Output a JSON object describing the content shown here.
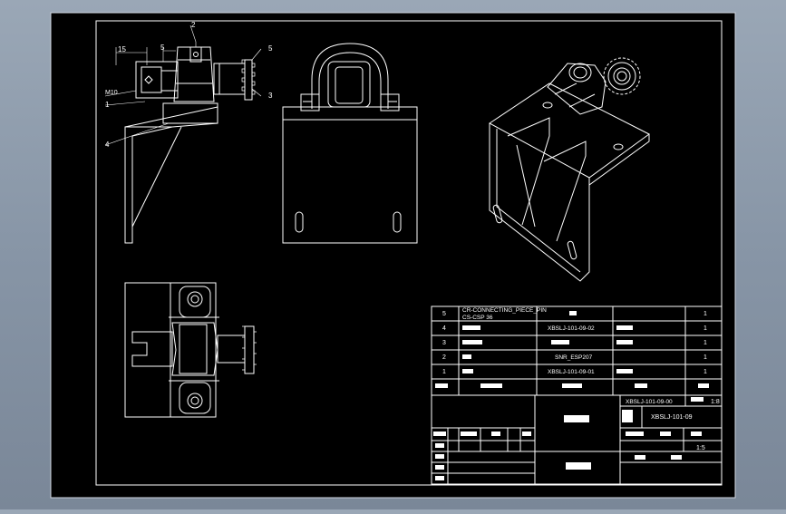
{
  "drawing": {
    "background_color": "#000000",
    "line_color": "#ffffff",
    "canvas_color": "#8795a6"
  },
  "callouts": {
    "dim_15": "15",
    "dim_5": "5",
    "part_2": "2",
    "part_5": "5",
    "part_3": "3",
    "part_1": "1",
    "part_4": "4",
    "thread_label": "M10"
  },
  "bom": {
    "rows": [
      {
        "no": "5",
        "code": "CR-CONNECTING_PIECE_PIN",
        "code2": "CS-CSP 36",
        "name": "",
        "material": "",
        "qty": "1"
      },
      {
        "no": "4",
        "code": "",
        "name": "XBSLJ-101-09-02",
        "material": "",
        "qty": "1"
      },
      {
        "no": "3",
        "code": "",
        "name": "",
        "material": "",
        "qty": "1"
      },
      {
        "no": "2",
        "code": "",
        "name": "SNR_ESP207",
        "material": "",
        "qty": "1"
      },
      {
        "no": "1",
        "code": "",
        "name": "XBSLJ-101-09-01",
        "material": "",
        "qty": "1"
      }
    ]
  },
  "title_block": {
    "drawing_no": "XBSLJ-101-09-00",
    "scale": "1:8",
    "part_no": "XBSLJ-101-09",
    "sheet": "1:5"
  }
}
